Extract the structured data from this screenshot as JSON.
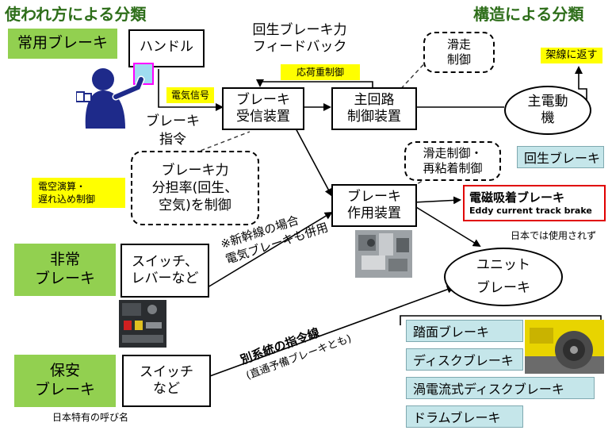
{
  "headers": {
    "left": "使われ方による分類",
    "right": "構造による分類"
  },
  "usage": {
    "service": "常用ブレーキ",
    "emergency": "非常\nブレーキ",
    "security": "保安\nブレーキ",
    "security_note": "日本特有の呼び名"
  },
  "nodes": {
    "handle": "ハンドル",
    "receiver": "ブレーキ\n受信装置",
    "main_circuit": "主回路\n制御装置",
    "motor": "主電動\n機",
    "actuator": "ブレーキ\n作用装置",
    "unit": "ユニット\nブレーキ",
    "switch_lever": "スイッチ、\nレバーなど",
    "switch_etc": "スイッチ\nなど"
  },
  "labels": {
    "regen_feedback": "回生ブレーキ力\nフィードバック",
    "load_control": "応荷重制御",
    "electric_signal": "電気信号",
    "brake_command": "ブレーキ\n指令",
    "air_calc": "電空演算・\n遅れ込め制御",
    "return_catenary": "架線に返す",
    "skid_control": "滑走\n制御",
    "skid_readhesion": "滑走制御・\n再粘着制御",
    "share_ratio": "ブレーキ力\n分担率(回生、\n空気)を制御",
    "shinkansen_note": "※新幹線の場合\n電気ブレーキも併用",
    "separate_line": "別系統の指令線",
    "separate_line_sub": "(直通予備ブレーキとも)",
    "not_used_japan": "日本では使用されず"
  },
  "structure": {
    "regen_brake": "回生ブレーキ",
    "eddy_title": "電磁吸着ブレーキ",
    "eddy_sub": "Eddy current track brake",
    "types": [
      "踏面ブレーキ",
      "ディスクブレーキ",
      "渦電流式ディスクブレーキ",
      "ドラムブレーキ"
    ]
  },
  "colors": {
    "green": "#92d050",
    "yellow": "#ffff00",
    "cyan": "#c5e6ea",
    "header": "#2e6e1a",
    "eddy_border": "#e00000"
  }
}
